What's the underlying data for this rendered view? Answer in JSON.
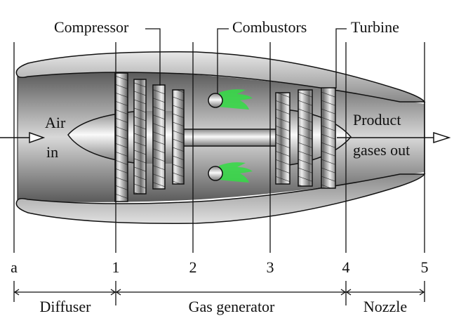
{
  "labels": {
    "compressor": "Compressor",
    "combustors": "Combustors",
    "turbine": "Turbine",
    "air_in_1": "Air",
    "air_in_2": "in",
    "product_1": "Product",
    "product_2": "gases out"
  },
  "stations": [
    "a",
    "1",
    "2",
    "3",
    "4",
    "5"
  ],
  "sections": {
    "diffuser": "Diffuser",
    "gas_generator": "Gas generator",
    "nozzle": "Nozzle"
  },
  "colors": {
    "flame": "#33dd44",
    "casing": "#9a9a9a",
    "line": "#111111"
  }
}
